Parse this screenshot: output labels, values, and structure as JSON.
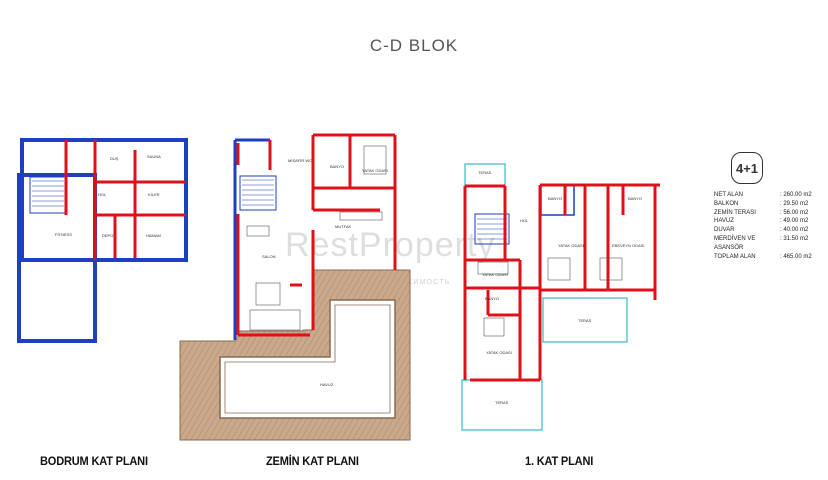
{
  "title": "C-D BLOK",
  "plans": {
    "basement": "BODRUM KAT PLANI",
    "ground": "ZEMİN KAT PLANI",
    "first": "1. KAT PLANI"
  },
  "unit_type": "4+1",
  "areas": [
    {
      "label": "NET ALAN",
      "value": ": 260.00 m2"
    },
    {
      "label": "BALKON",
      "value": ": 29.50 m2"
    },
    {
      "label": "ZEMİN TERASI",
      "value": ": 56.00 m2"
    },
    {
      "label": "HAVUZ",
      "value": ": 49.00 m2"
    },
    {
      "label": "DUVAR",
      "value": ": 40.00 m2"
    },
    {
      "label": "MERDİVEN VE ASANSÖR",
      "value": ": 31.50 m2"
    },
    {
      "label": "TOPLAM ALAN",
      "value": ": 465.00 m2"
    }
  ],
  "watermark": {
    "main": "RestProperty",
    "sub": "ЗАРУБЕЖНАЯ НЕДВИЖИМОСТЬ"
  },
  "rooms": {
    "hol_b": "HOL",
    "sauna": "SAUNA",
    "dus": "DUŞ",
    "kiler": "KİLER",
    "fitness": "FİTNESS",
    "depo": "DEPO",
    "hamam": "HAMAM",
    "misafir": "MİSAFİR WC",
    "yatak_g": "YATAK ODASI",
    "banyo_g": "BANYO",
    "mutfak": "MUTFAK",
    "salon": "SALON",
    "havuz": "HAVUZ",
    "teras1": "TERAS",
    "teras2": "TERAS",
    "teras3": "TERAS",
    "yatak1": "YATAK ODASI",
    "yatak2": "YATAK ODASI",
    "ebeveyn": "EBEVEYN ODASI",
    "yatak3": "YATAK ODASI",
    "banyo1": "BANYO",
    "banyo2": "BANYO",
    "banyo3": "BANYO",
    "hol1": "HOL"
  }
}
